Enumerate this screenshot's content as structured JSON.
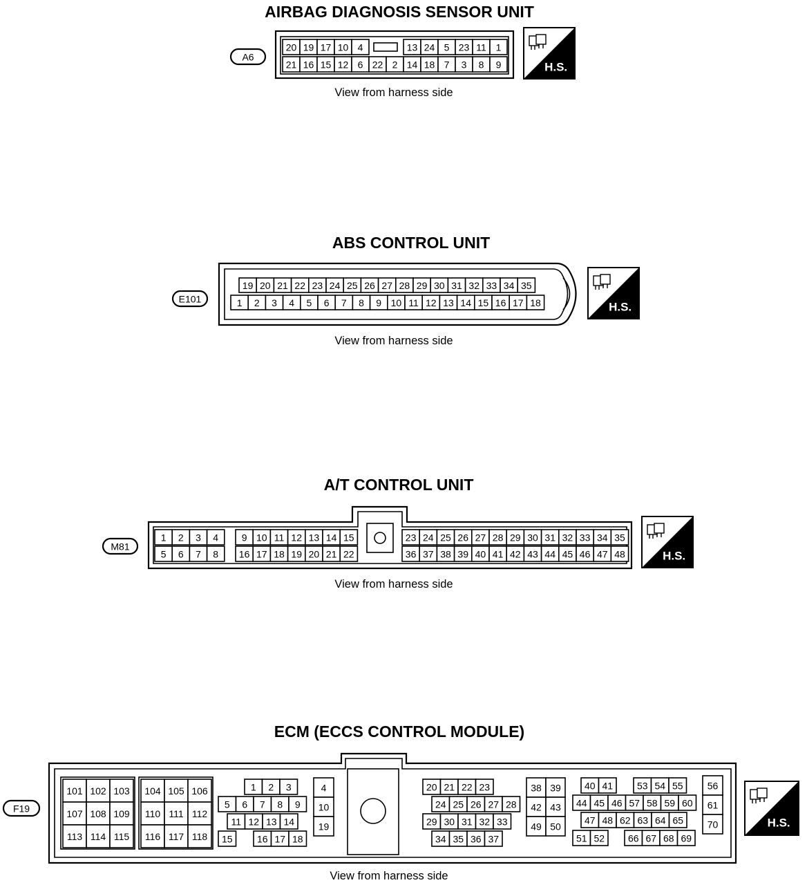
{
  "units": [
    {
      "id": "airbag",
      "title": "AIRBAG DIAGNOSIS SENSOR UNIT",
      "connector_id": "A6",
      "caption": "View from harness side",
      "badge": "H.S.",
      "pins": {
        "top_left": [
          "20",
          "19",
          "17",
          "10",
          "4"
        ],
        "top_right": [
          "13",
          "24",
          "5",
          "23",
          "11",
          "1"
        ],
        "bottom": [
          "21",
          "16",
          "15",
          "12",
          "6",
          "22",
          "2",
          "14",
          "18",
          "7",
          "3",
          "8",
          "9"
        ]
      }
    },
    {
      "id": "abs",
      "title": "ABS CONTROL UNIT",
      "connector_id": "E101",
      "caption": "View from harness side",
      "badge": "H.S.",
      "pins": {
        "top": [
          "19",
          "20",
          "21",
          "22",
          "23",
          "24",
          "25",
          "26",
          "27",
          "28",
          "29",
          "30",
          "31",
          "32",
          "33",
          "34",
          "35"
        ],
        "bottom": [
          "1",
          "2",
          "3",
          "4",
          "5",
          "6",
          "7",
          "8",
          "9",
          "10",
          "11",
          "12",
          "13",
          "14",
          "15",
          "16",
          "17",
          "18"
        ]
      }
    },
    {
      "id": "at",
      "title": "A/T CONTROL UNIT",
      "connector_id": "M81",
      "caption": "View from harness side",
      "badge": "H.S.",
      "pins": {
        "left_top_a": [
          "1",
          "2",
          "3",
          "4"
        ],
        "left_top_b": [
          "9",
          "10",
          "11",
          "12",
          "13",
          "14",
          "15"
        ],
        "left_bottom_a": [
          "5",
          "6",
          "7",
          "8"
        ],
        "left_bottom_b": [
          "16",
          "17",
          "18",
          "19",
          "20",
          "21",
          "22"
        ],
        "right_top": [
          "23",
          "24",
          "25",
          "26",
          "27",
          "28",
          "29",
          "30",
          "31",
          "32",
          "33",
          "34",
          "35"
        ],
        "right_bottom": [
          "36",
          "37",
          "38",
          "39",
          "40",
          "41",
          "42",
          "43",
          "44",
          "45",
          "46",
          "47",
          "48"
        ]
      }
    },
    {
      "id": "ecm",
      "title": "ECM (ECCS CONTROL MODULE)",
      "connector_id": "F19",
      "caption": "View from harness side",
      "badge": "H.S.",
      "pins": {
        "block_a": [
          [
            "101",
            "102",
            "103"
          ],
          [
            "107",
            "108",
            "109"
          ],
          [
            "113",
            "114",
            "115"
          ]
        ],
        "block_b": [
          [
            "104",
            "105",
            "106"
          ],
          [
            "110",
            "111",
            "112"
          ],
          [
            "116",
            "117",
            "118"
          ]
        ],
        "block_c_row1": [
          "1",
          "2",
          "3"
        ],
        "block_c_row2": [
          "5",
          "6",
          "7",
          "8",
          "9"
        ],
        "block_c_row3": [
          "11",
          "12",
          "13",
          "14"
        ],
        "block_c_row4a": [
          "15"
        ],
        "block_c_row4b": [
          "16",
          "17",
          "18"
        ],
        "block_d": [
          "4",
          "10",
          "19"
        ],
        "block_e_row1": [
          "20",
          "21",
          "22",
          "23"
        ],
        "block_e_row2": [
          "24",
          "25",
          "26",
          "27",
          "28"
        ],
        "block_e_row3": [
          "29",
          "30",
          "31",
          "32",
          "33"
        ],
        "block_e_row4": [
          "34",
          "35",
          "36",
          "37"
        ],
        "block_f": [
          [
            "38",
            "39"
          ],
          [
            "42",
            "43"
          ],
          [
            "49",
            "50"
          ]
        ],
        "block_g_row1a": [
          "40",
          "41"
        ],
        "block_g_row1b": [
          "53",
          "54",
          "55"
        ],
        "block_g_row2": [
          "44",
          "45",
          "46",
          "57",
          "58",
          "59",
          "60"
        ],
        "block_g_row3": [
          "47",
          "48",
          "62",
          "63",
          "64",
          "65"
        ],
        "block_g_row4a": [
          "51",
          "52"
        ],
        "block_g_row4b": [
          "66",
          "67",
          "68",
          "69"
        ],
        "block_h": [
          "56",
          "61",
          "70"
        ]
      }
    }
  ]
}
